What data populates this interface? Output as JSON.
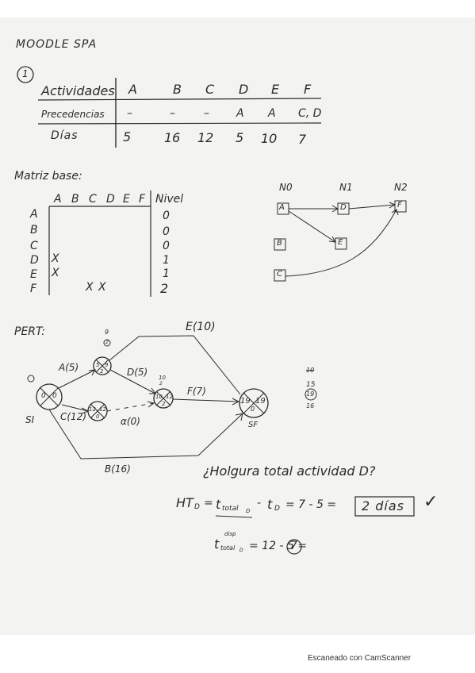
{
  "header": {
    "title": "MOODLE SPA",
    "exercise_number": "1"
  },
  "table": {
    "row_labels": [
      "Actividades",
      "Precedencias",
      "Días"
    ],
    "activities": [
      "A",
      "B",
      "C",
      "D",
      "E",
      "F"
    ],
    "precedences": [
      "–",
      "–",
      "–",
      "A",
      "A",
      "C, D"
    ],
    "days": [
      "5",
      "16",
      "12",
      "5",
      "10",
      "7"
    ]
  },
  "matrix": {
    "title": "Matriz base:",
    "columns": [
      "A",
      "B",
      "C",
      "D",
      "E",
      "F"
    ],
    "level_header": "Nivel",
    "rows": [
      "A",
      "B",
      "C",
      "D",
      "E",
      "F"
    ],
    "levels": [
      "0",
      "0",
      "0",
      "1",
      "1",
      "2"
    ],
    "marks": "X"
  },
  "levels_graph": {
    "level_labels": [
      "N0",
      "N1",
      "N2"
    ],
    "nodes": [
      "A",
      "D",
      "F",
      "B",
      "E",
      "C"
    ]
  },
  "pert": {
    "title": "PERT:",
    "activity_labels": [
      "A(5)",
      "D(5)",
      "E(10)",
      "F(7)",
      "C(12)",
      "α(0)",
      "B(16)"
    ],
    "node_labels": [
      "SI",
      "SF"
    ],
    "node_values": {
      "si": [
        "0",
        "0"
      ],
      "n1": [
        "5",
        "9",
        "2"
      ],
      "n2": [
        "12",
        "12",
        "0"
      ],
      "n3": [
        "10",
        "12",
        "2"
      ],
      "sf": [
        "19",
        "19",
        "0"
      ]
    },
    "annotations": [
      "9",
      "2",
      "10",
      "2",
      "10",
      "15",
      "19",
      "16"
    ]
  },
  "question": {
    "text": "¿Holgura total actividad D?",
    "formula_ht": "HT",
    "subscript_d": "D",
    "eq_sign": "=",
    "t": "t",
    "total_sub": "total",
    "minus": "-",
    "rhs": "= 7 - 5 =",
    "answer": "2 días",
    "check": "✓",
    "disp_label": "disp",
    "formula2_rhs": "= 12 - 5 =",
    "answer2": "7"
  },
  "footer": {
    "text": "Escaneado con CamScanner"
  }
}
